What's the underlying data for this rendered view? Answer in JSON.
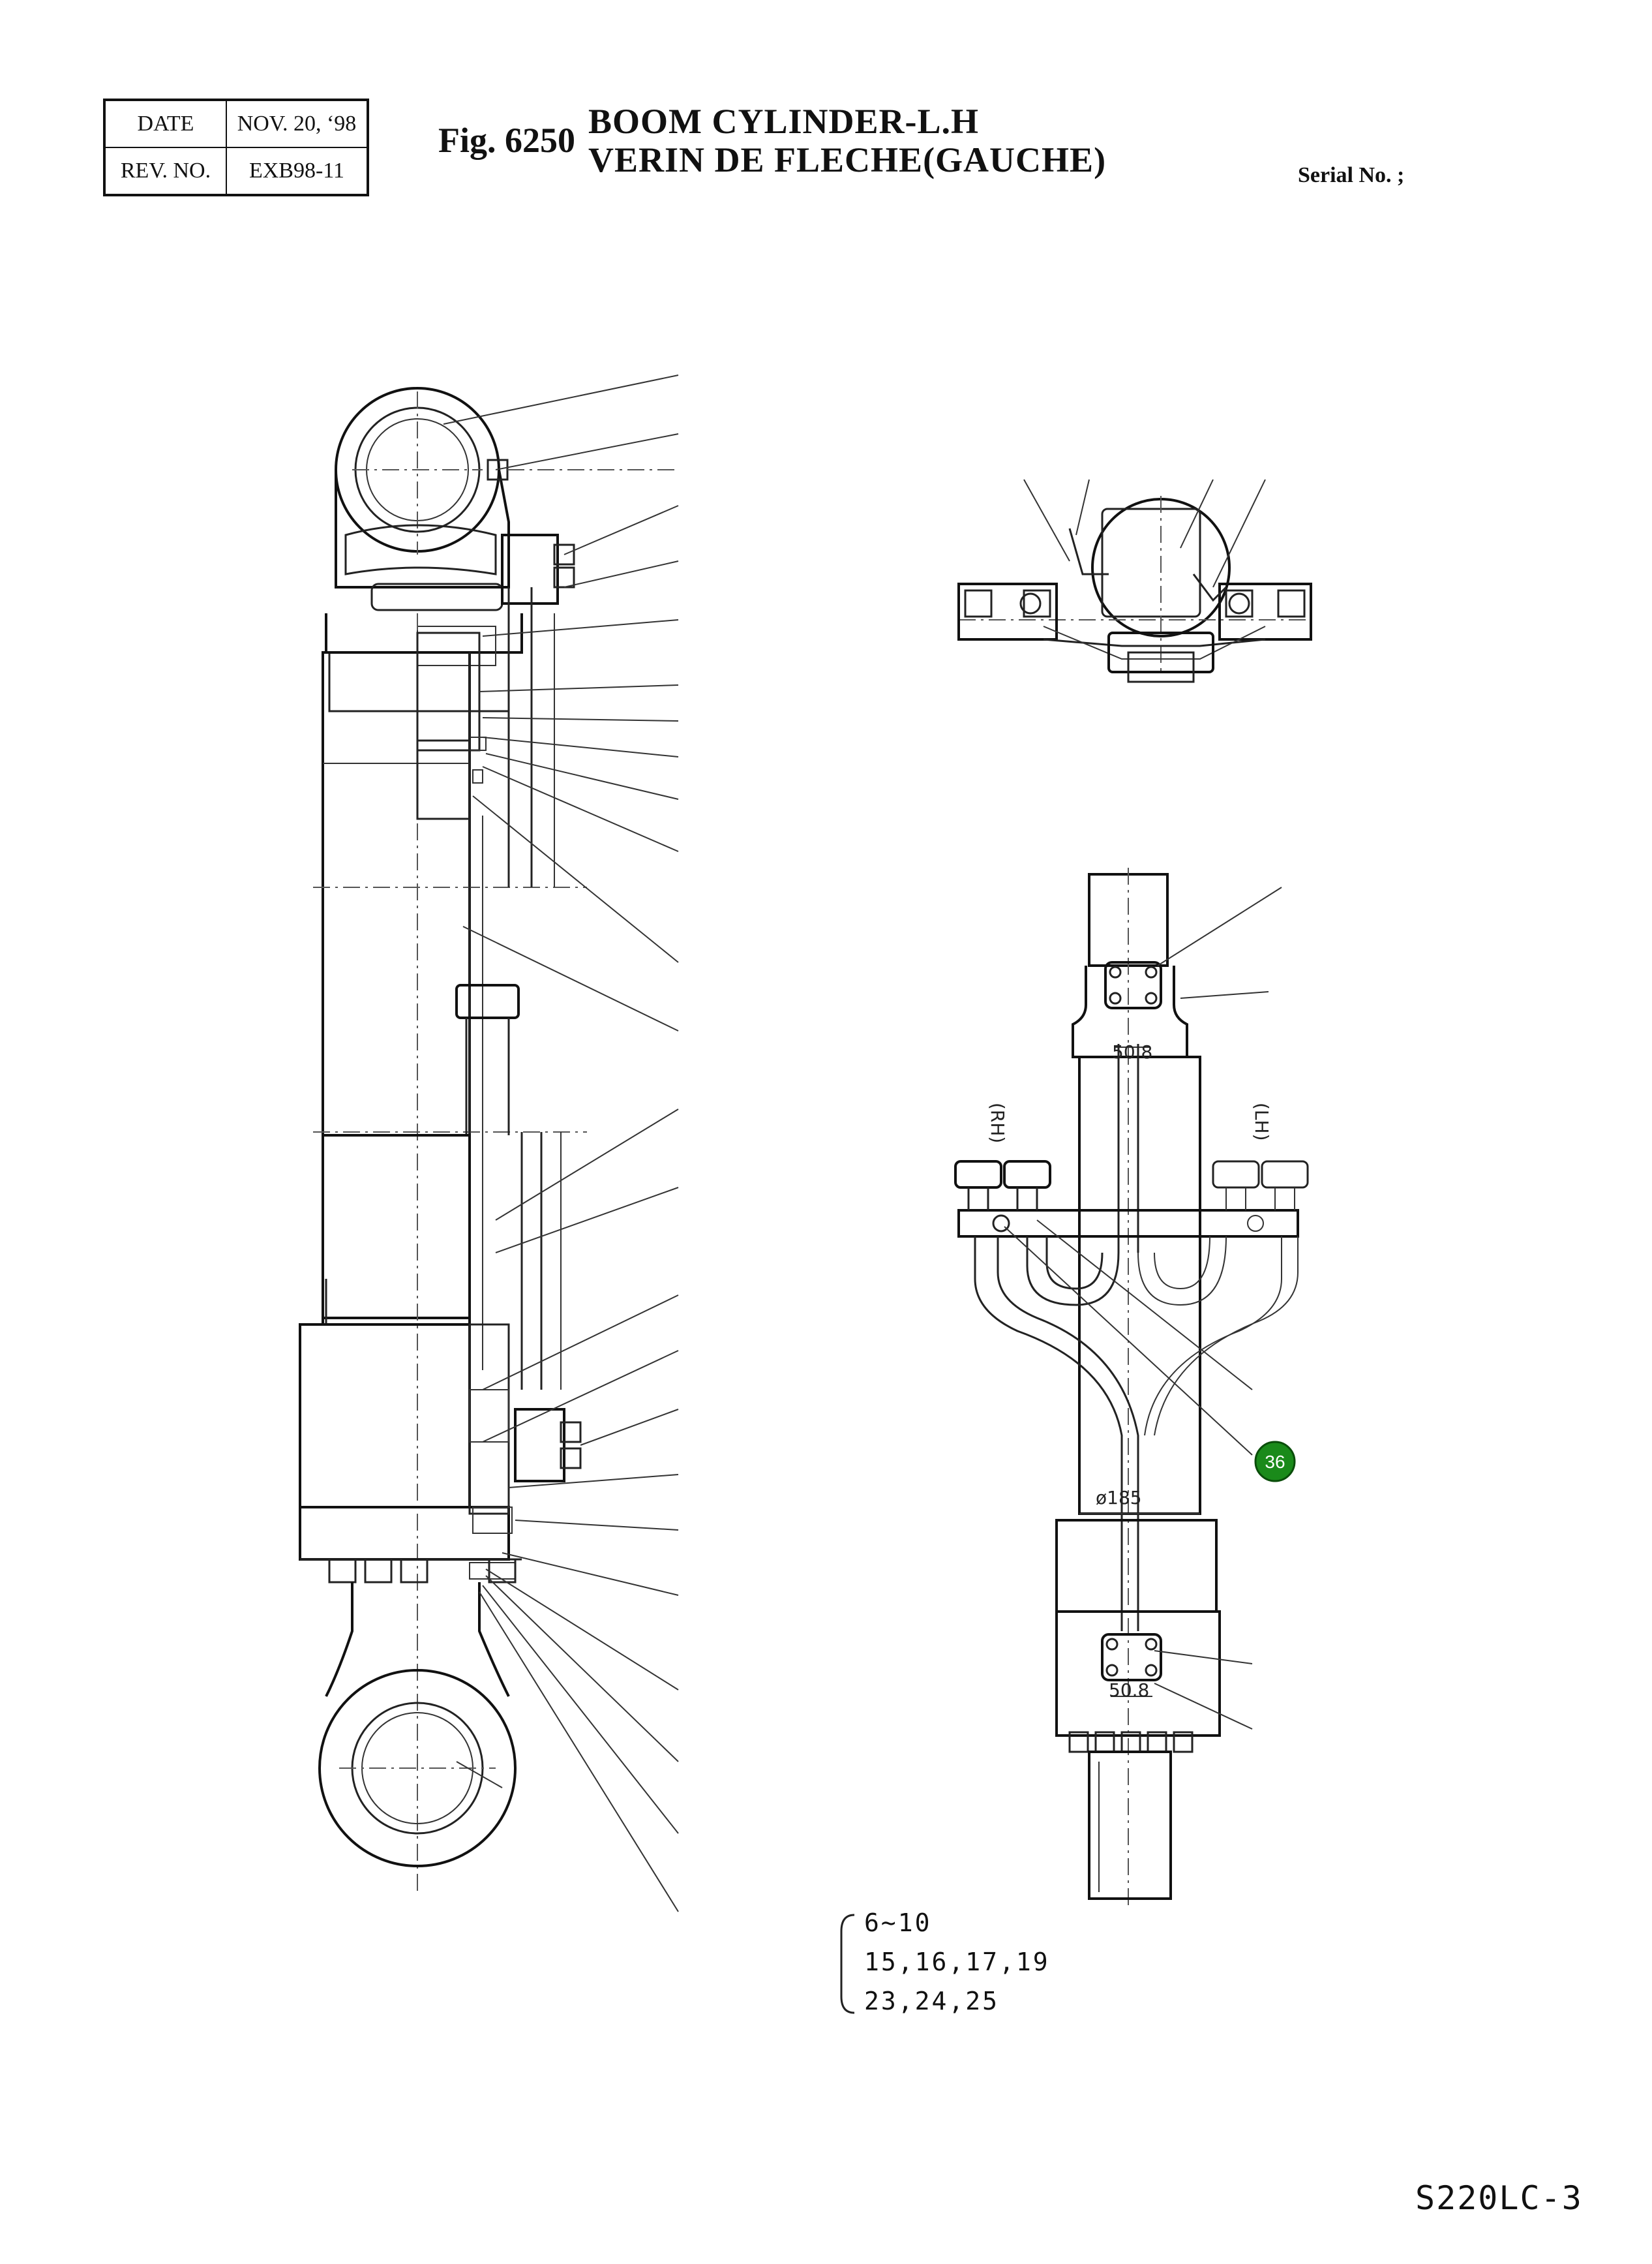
{
  "header": {
    "date_label": "DATE",
    "date_value": "NOV. 20, ‘98",
    "rev_label": "REV. NO.",
    "rev_value": "EXB98-11",
    "fig_number": "Fig. 6250",
    "title_en": "BOOM CYLINDER-L.H",
    "title_fr": "VERIN DE FLECHE(GAUCHE)",
    "serial_label": "Serial No. ;"
  },
  "dimensions": {
    "flange_top": "50.8",
    "flange_bottom": "50.8",
    "diameter": "ø185",
    "side_rh": "(RH)",
    "side_lh": "(LH)"
  },
  "callout": {
    "part_number": "36",
    "color": "#1a8a1a"
  },
  "notes": {
    "line1": "6∼10",
    "line2": "15,16,17,19",
    "line3": "23,24,25"
  },
  "footer": {
    "model": "S220LC-3"
  }
}
